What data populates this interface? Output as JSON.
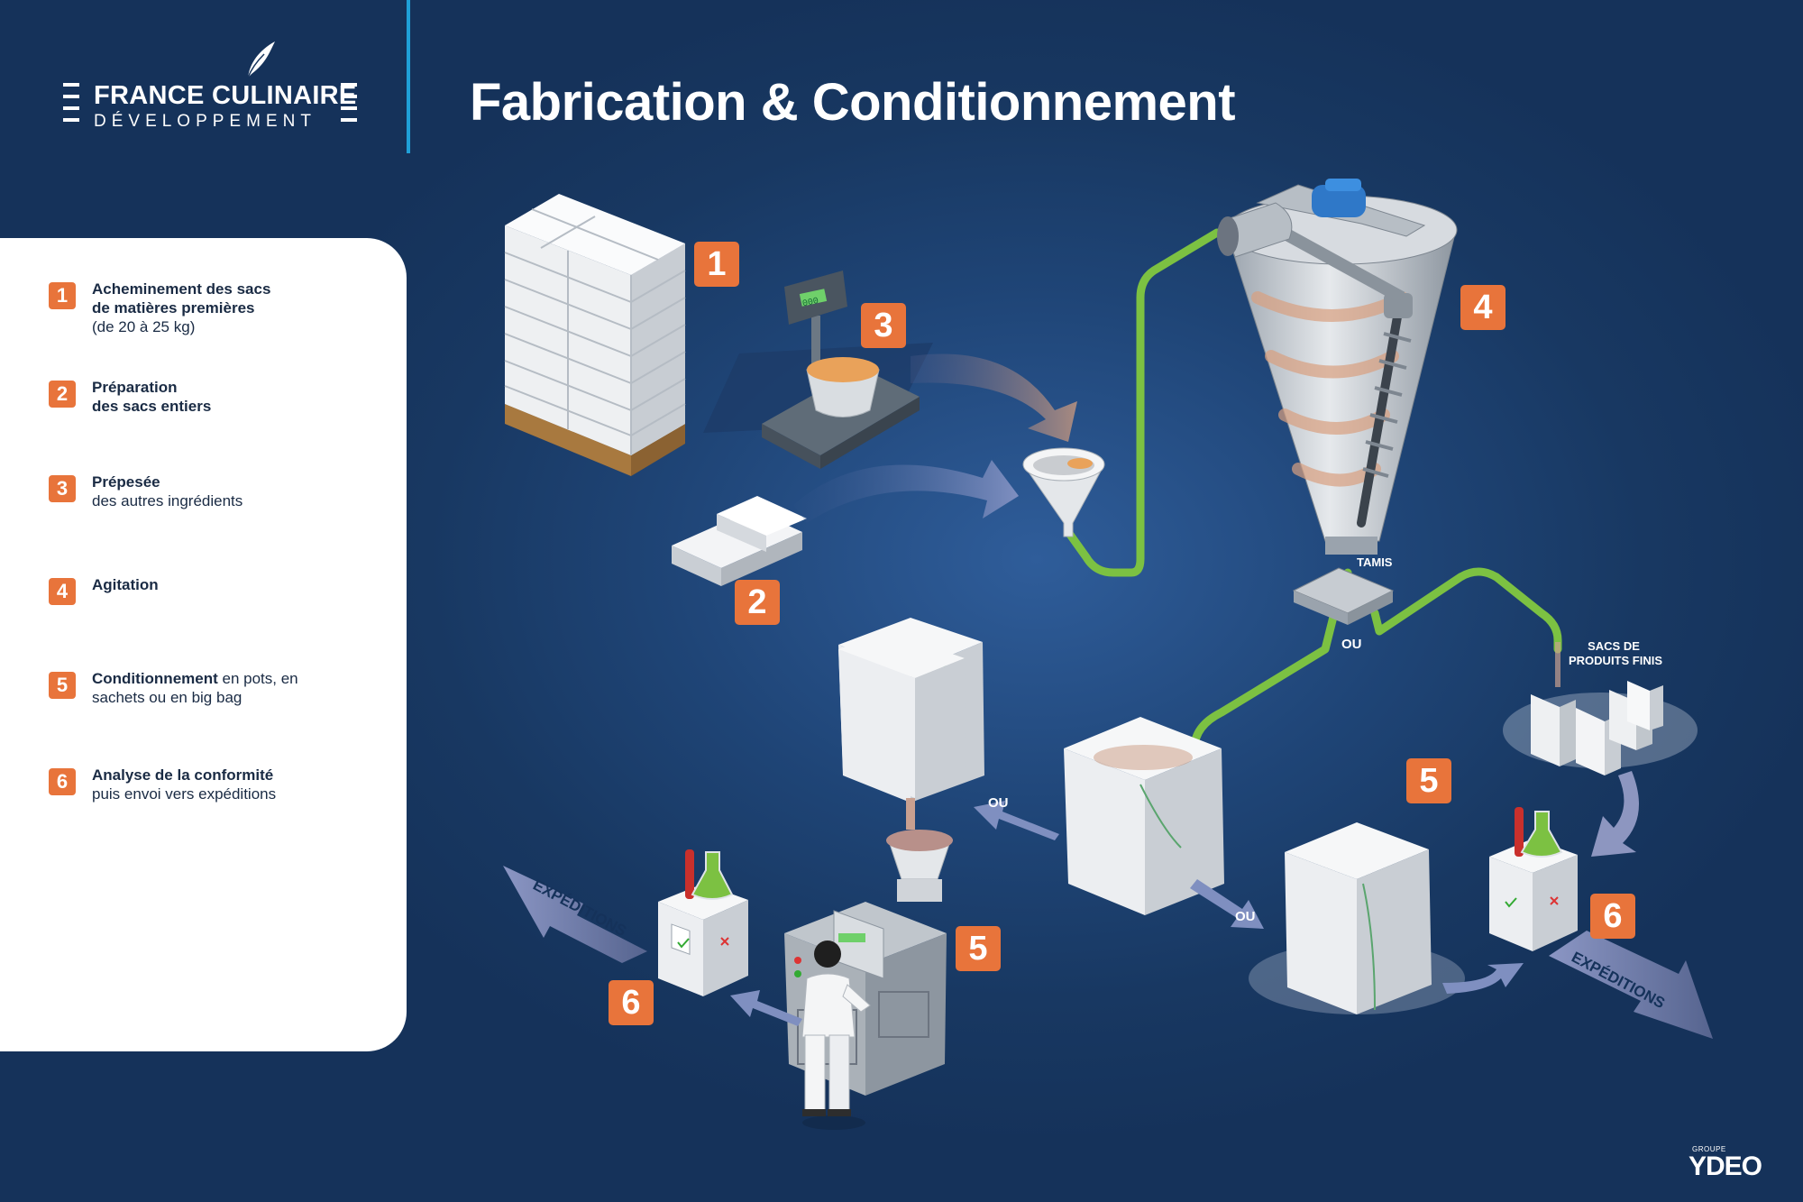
{
  "header": {
    "brand_name": "FRANCE CULINAIRE",
    "brand_sub": "DÉVELOPPEMENT",
    "title": "Fabrication & Conditionnement"
  },
  "legend": [
    {
      "num": "1",
      "bold": "Acheminement des sacs",
      "bold2": "de matières premières",
      "normal": "(de 20 à 25 kg)"
    },
    {
      "num": "2",
      "bold": "Préparation",
      "bold2": "des sacs entiers",
      "normal": ""
    },
    {
      "num": "3",
      "bold": "Prépesée",
      "bold2": "",
      "normal": "des autres ingrédients"
    },
    {
      "num": "4",
      "bold": "Agitation",
      "bold2": "",
      "normal": ""
    },
    {
      "num": "5",
      "bold": "Conditionnement",
      "inline": " en pots, en",
      "normal": "sachets ou en big bag"
    },
    {
      "num": "6",
      "bold": "Analyse de la conformité",
      "bold2": "",
      "normal": "puis envoi vers expéditions"
    }
  ],
  "diagram": {
    "badges": [
      "1",
      "2",
      "3",
      "4",
      "5",
      "5",
      "6",
      "6"
    ],
    "tamis": "TAMIS",
    "ou": "OU",
    "sacs_line1": "SACS DE",
    "sacs_line2": "PRODUITS FINIS",
    "expeditions": "EXPÉDITIONS",
    "scale_display": "000"
  },
  "footer": {
    "group": "GROUPE",
    "logo": "YDEO"
  },
  "colors": {
    "background": "#1f4577",
    "accent_orange": "#e8743b",
    "pipe_green": "#7cc142",
    "divider_blue": "#1fa0d8"
  }
}
